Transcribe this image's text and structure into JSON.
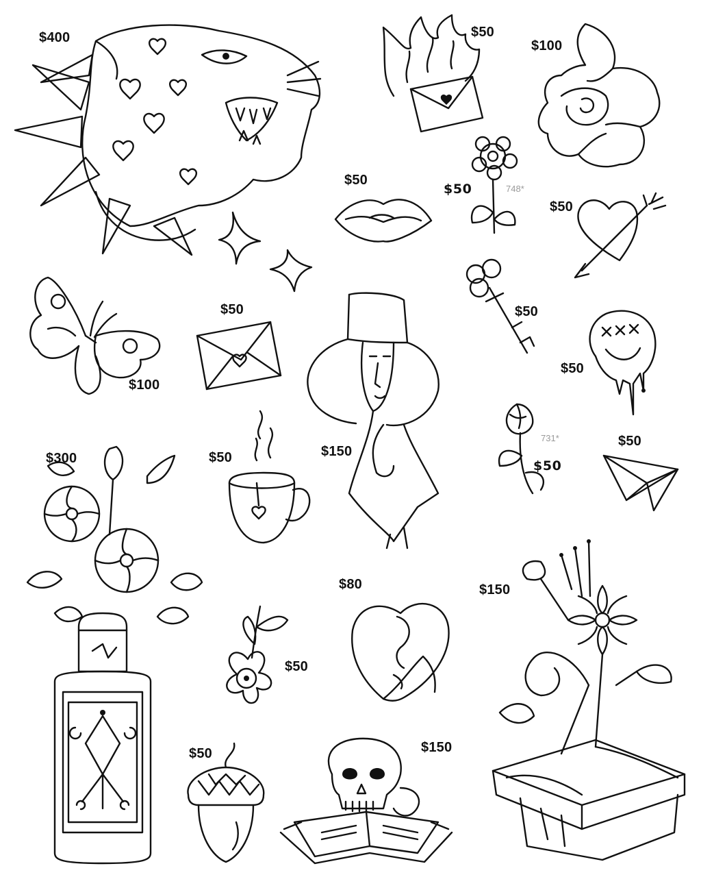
{
  "colors": {
    "ink": "#111111",
    "paper": "#ffffff",
    "code_gray": "#9a9a9a"
  },
  "flash": [
    {
      "subject": "panther-icon",
      "price": "$400"
    },
    {
      "subject": "burning-envelope-icon",
      "price": "$50"
    },
    {
      "subject": "rose-icon",
      "price": "$100"
    },
    {
      "subject": "lips-icon",
      "price": "$50"
    },
    {
      "subject": "small-flower-icon",
      "price": "$50",
      "code": "748*"
    },
    {
      "subject": "heart-arrow-icon",
      "price": "$50"
    },
    {
      "subject": "butterfly-icon",
      "price": "$100"
    },
    {
      "subject": "love-letter-icon",
      "price": "$50"
    },
    {
      "subject": "woman-in-hat-icon",
      "price": "$150"
    },
    {
      "subject": "key-icon",
      "price": "$50"
    },
    {
      "subject": "melting-smiley-icon",
      "price": "$50"
    },
    {
      "subject": "rosebud-icon",
      "price": "$50",
      "code": "731*"
    },
    {
      "subject": "paper-plane-icon",
      "price": "$50"
    },
    {
      "subject": "flower-vase-icon",
      "price": "$300"
    },
    {
      "subject": "teacup-icon",
      "price": "$50"
    },
    {
      "subject": "dog-heart-icon",
      "price": "$80"
    },
    {
      "subject": "wild-rose-icon",
      "price": "$50"
    },
    {
      "subject": "books-bouquet-icon",
      "price": "$150"
    },
    {
      "subject": "acorn-icon",
      "price": "$50"
    },
    {
      "subject": "skull-book-icon",
      "price": "$150"
    }
  ]
}
